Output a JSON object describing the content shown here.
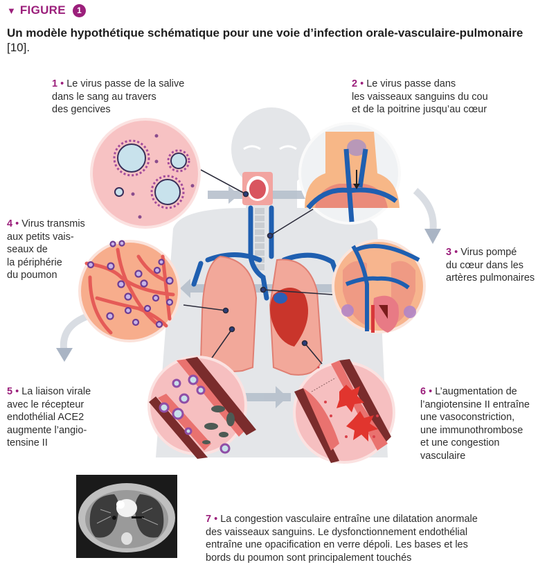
{
  "header": {
    "marker_icon": "triangle-down-icon",
    "label": "FIGURE",
    "number": "1"
  },
  "title": {
    "bold": "Un modèle hypothétique schématique pour une voie d’infection orale-vasculaire-pulmonaire",
    "ref": " [10]."
  },
  "steps": [
    {
      "num": "1",
      "sep": " • ",
      "lines": [
        "Le virus passe de la salive",
        "dans le sang au travers",
        "des gencives"
      ]
    },
    {
      "num": "2",
      "sep": " • ",
      "lines": [
        "Le virus passe dans",
        "les vaisseaux sanguins du cou",
        "et de la poitrine jusqu’au cœur"
      ]
    },
    {
      "num": "3",
      "sep": " • ",
      "lines": [
        "Virus pompé",
        "du cœur dans les",
        "artères pulmonaires"
      ]
    },
    {
      "num": "4",
      "sep": " • ",
      "lines": [
        "Virus transmis",
        "aux petits vais-",
        "seaux de",
        "la périphérie",
        "du poumon"
      ]
    },
    {
      "num": "5",
      "sep": " • ",
      "lines": [
        "La liaison virale",
        "avec le récepteur",
        "endothélial ACE2",
        "augmente l’angio-",
        "tensine II"
      ]
    },
    {
      "num": "6",
      "sep": " • ",
      "lines": [
        "L’augmentation de",
        "l’angiotensine II entraîne",
        "une vasoconstriction,",
        "une immunothrombose",
        "et une congestion",
        "vasculaire"
      ]
    },
    {
      "num": "7",
      "sep": " • ",
      "lines": [
        "La congestion vasculaire entraîne une dilatation anormale",
        "des vaisseaux sanguins. Le dysfonctionnement endothélial",
        "entraîne une opacification en verre dépoli. Les bases et les",
        "bords du poumon sont principalement touchés"
      ]
    }
  ],
  "colors": {
    "accent": "#9b1f7b",
    "body_silhouette": "#e3e5e8",
    "vessel_blue": "#1f5fb0",
    "lung_pink": "#f2a89a",
    "circle_bg": "#f6c1bd",
    "arrow_gray": "#a9b4c4"
  },
  "ct_scan": {
    "icon": "ct-scan-image"
  }
}
